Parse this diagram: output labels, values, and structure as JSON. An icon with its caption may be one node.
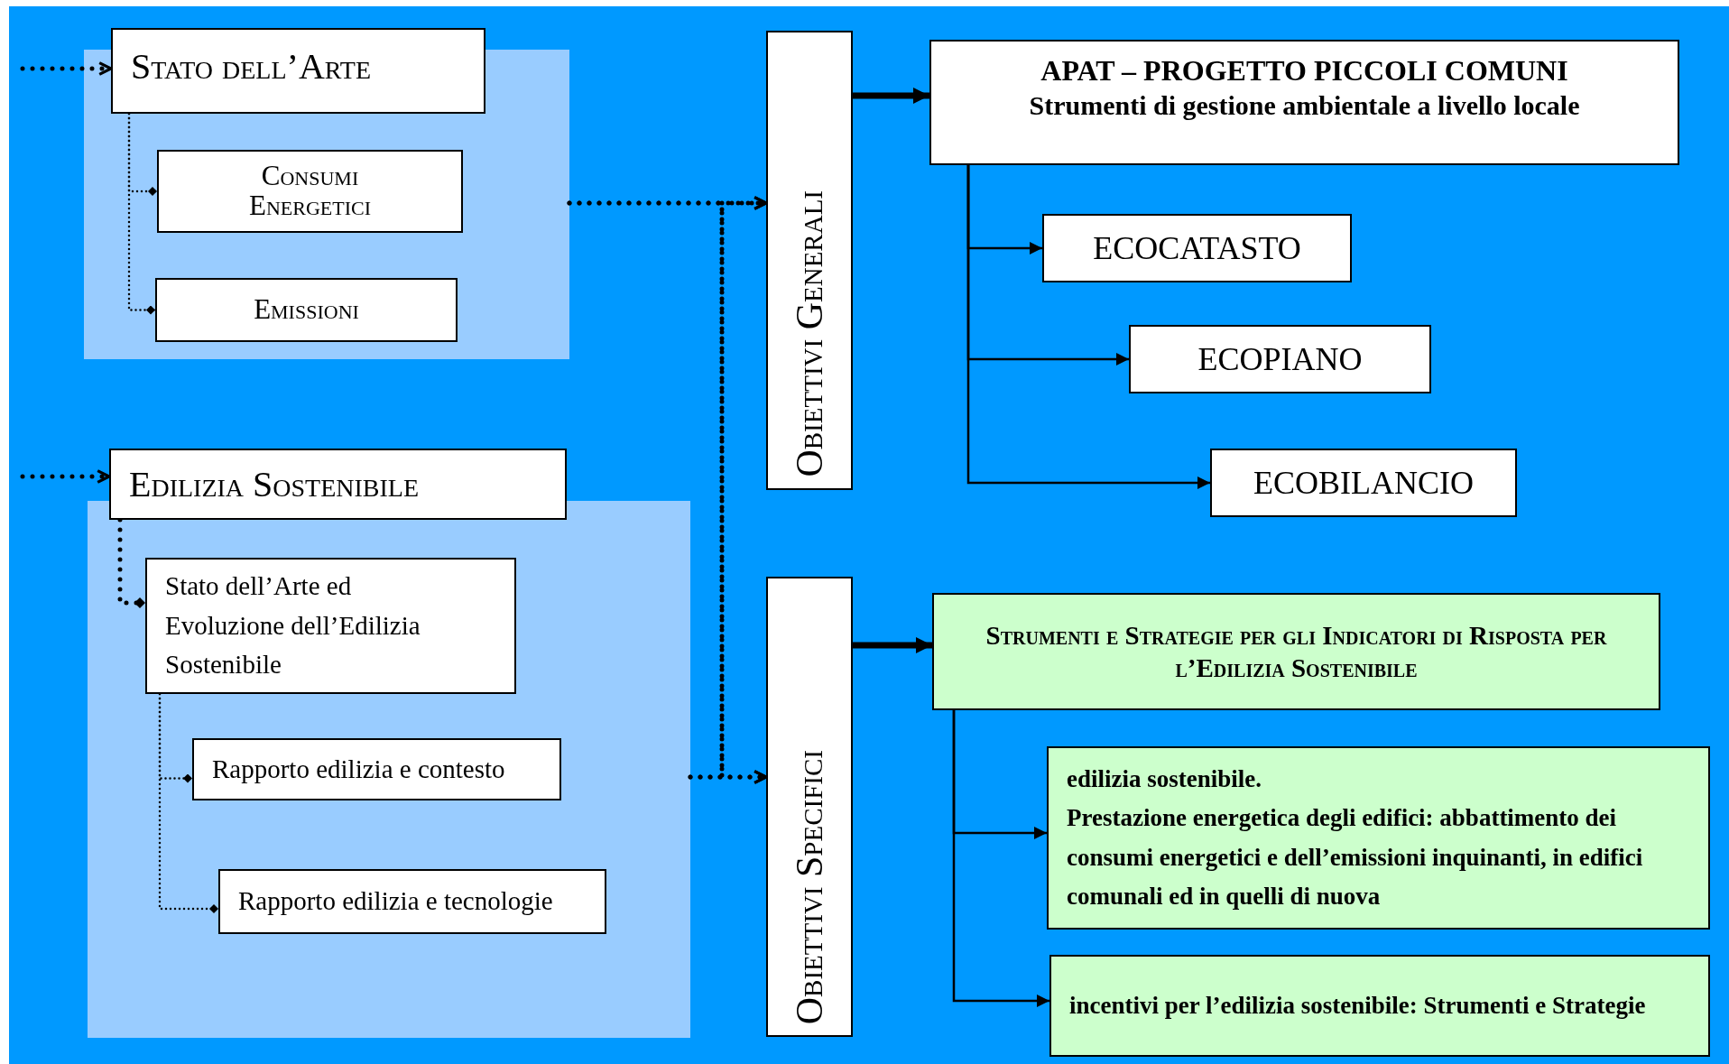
{
  "diagram": {
    "nodes": [
      {
        "text": [
          "Stato dell’Arte"
        ]
      },
      {
        "text": [],
        "shape": "box"
      },
      {
        "text": [
          "Consumi Energetici"
        ],
        "in": 1
      },
      {
        "text": [
          "Emissioni"
        ],
        "in": 1
      },
      {
        "text": [
          "Edilizia Sostenibile"
        ]
      },
      {
        "text": [],
        "shape": "box"
      },
      {
        "text": [
          "Stato dell’Arte ed Evoluzione dell’Edilizia Sostenibile"
        ],
        "in": 5
      },
      {
        "text": [
          "Rapporto edilizia e contesto"
        ],
        "in": 5
      },
      {
        "text": [
          "Rapporto edilizia e tecnologie"
        ],
        "in": 5
      },
      {
        "text": [
          "Obiettivi Generali"
        ]
      },
      {
        "text": [
          "APAT – PROGETTO PICCOLI COMUNI",
          "Strumenti di gestione ambientale a livello locale"
        ]
      },
      {
        "text": [
          "ECOCATASTO"
        ]
      },
      {
        "text": [
          "ECOPIANO"
        ]
      },
      {
        "text": [
          "ECOBILANCIO"
        ]
      },
      {
        "text": [
          "Obiettivi Specifici"
        ]
      },
      {
        "text": [
          "Strumenti e Strategie per gli Indicatori di Risposta per l’Edilizia Sostenibile"
        ]
      },
      {
        "text": [
          "edilizia sostenibile.",
          "Prestazione energetica degli edifici: abbattimento dei consumi energetici e dell’emissioni inquinanti, in edifici comunali ed in quelli di nuova"
        ]
      },
      {
        "text": [
          "incentivi per l’edilizia sostenibile: Strumenti e Strategie"
        ]
      }
    ],
    "edges": [
      {
        "from": null,
        "to": 0,
        "arrow": "to",
        "style": "dashed"
      },
      {
        "from": null,
        "to": 4,
        "arrow": "to",
        "style": "dashed"
      },
      {
        "from": 0,
        "to": 2,
        "arrow": "other",
        "style": "dashed"
      },
      {
        "from": 0,
        "to": 3,
        "arrow": "other",
        "style": "dashed"
      },
      {
        "from": 4,
        "to": 6,
        "arrow": "other",
        "style": "dashed"
      },
      {
        "from": 6,
        "to": 7,
        "arrow": "other",
        "style": "dashed"
      },
      {
        "from": 6,
        "to": 8,
        "arrow": "other",
        "style": "dashed"
      },
      {
        "from": 1,
        "to": 9,
        "arrow": "to",
        "style": "dashed"
      },
      {
        "from": 5,
        "to": 14,
        "arrow": "to",
        "style": "dashed"
      },
      {
        "from": 1,
        "to": 14,
        "arrow": "to",
        "style": "dashed"
      },
      {
        "from": 5,
        "to": 9,
        "arrow": "to",
        "style": "dashed"
      },
      {
        "from": 9,
        "to": 10,
        "arrow": "to",
        "style": "thick"
      },
      {
        "from": 10,
        "to": 11,
        "arrow": "to"
      },
      {
        "from": 10,
        "to": 12,
        "arrow": "to"
      },
      {
        "from": 10,
        "to": 13,
        "arrow": "to"
      },
      {
        "from": 14,
        "to": 15,
        "arrow": "to",
        "style": "thick"
      },
      {
        "from": 15,
        "to": 16,
        "arrow": "to"
      },
      {
        "from": 15,
        "to": 17,
        "arrow": "to"
      }
    ]
  }
}
